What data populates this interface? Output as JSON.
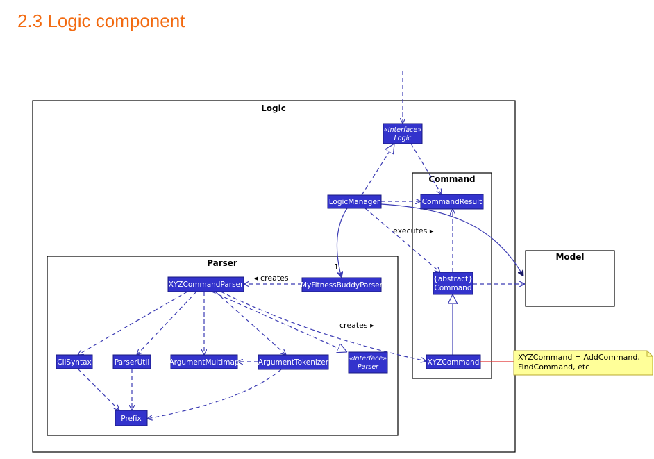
{
  "page": {
    "heading": "2.3 Logic component"
  },
  "packages": {
    "logic": "Logic",
    "command": "Command",
    "parser": "Parser",
    "model": "Model"
  },
  "classes": {
    "logic_interface": {
      "stereotype": "«Interface»",
      "name": "Logic"
    },
    "logic_manager": "LogicManager",
    "command_result": "CommandResult",
    "abstract_command": {
      "stereotype": "{abstract}",
      "name": "Command"
    },
    "xyz_command": "XYZCommand",
    "xyz_command_parser": "XYZCommandParser",
    "my_fitness_buddy_parser": "MyFitnessBuddyParser",
    "parser_interface": {
      "stereotype": "«Interface»",
      "name": "Parser"
    },
    "cli_syntax": "CliSyntax",
    "parser_util": "ParserUtil",
    "argument_multimap": "ArgumentMultimap",
    "argument_tokenizer": "ArgumentTokenizer",
    "prefix": "Prefix"
  },
  "relations": {
    "creates_parser": "◂ creates",
    "creates_command": "creates ▸",
    "executes": "executes ▸",
    "multiplicity_one": "1"
  },
  "note": {
    "line1": "XYZCommand = AddCommand,",
    "line2": "FindCommand, etc"
  },
  "colors": {
    "heading": "#f26a10",
    "class_fill": "#3333cc",
    "arrow": "#3b3bb3",
    "note_fill": "#ffff99",
    "note_connector": "#e03030"
  }
}
